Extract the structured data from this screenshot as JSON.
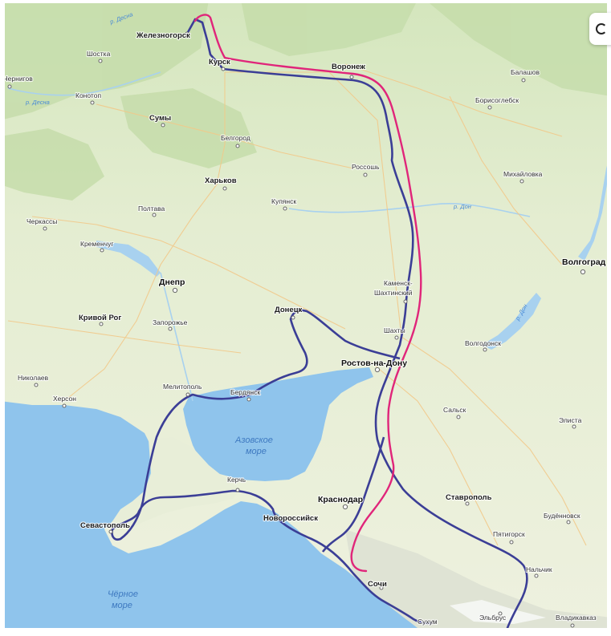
{
  "colors": {
    "land": "#e9eed8",
    "forest": "#cfe2b5",
    "water": "#a8d1ef",
    "sea": "#8fc4ec",
    "road": "#f2c98a",
    "mountain": "#dcdcd2",
    "route_primary": "#3b3e96",
    "route_secondary": "#e0257a"
  },
  "cities": [
    {
      "name": "Железногорск",
      "weight": "bold"
    },
    {
      "name": "Курск",
      "weight": "bold"
    },
    {
      "name": "Воронеж",
      "weight": "bold"
    },
    {
      "name": "Шостка",
      "weight": "normal"
    },
    {
      "name": "Чернигов",
      "weight": "normal"
    },
    {
      "name": "Конотоп",
      "weight": "normal"
    },
    {
      "name": "Балашов",
      "weight": "normal"
    },
    {
      "name": "Борисоглебск",
      "weight": "normal"
    },
    {
      "name": "Сумы",
      "weight": "bold"
    },
    {
      "name": "Белгород",
      "weight": "normal"
    },
    {
      "name": "Россошь",
      "weight": "normal"
    },
    {
      "name": "Михайловка",
      "weight": "normal"
    },
    {
      "name": "Харьков",
      "weight": "bold"
    },
    {
      "name": "Купянск",
      "weight": "normal"
    },
    {
      "name": "Полтава",
      "weight": "normal"
    },
    {
      "name": "Черкассы",
      "weight": "normal"
    },
    {
      "name": "Кременчуг",
      "weight": "normal"
    },
    {
      "name": "Волгоград",
      "weight": "major"
    },
    {
      "name": "Днепр",
      "weight": "major"
    },
    {
      "name": "Каменск-",
      "weight": "normal"
    },
    {
      "name": "Шахтинский",
      "weight": "normal"
    },
    {
      "name": "Кривой Рог",
      "weight": "bold"
    },
    {
      "name": "Запорожье",
      "weight": "normal"
    },
    {
      "name": "Донецк",
      "weight": "bold"
    },
    {
      "name": "Шахты",
      "weight": "normal"
    },
    {
      "name": "Волгодонск",
      "weight": "normal"
    },
    {
      "name": "Ростов-на-Дону",
      "weight": "major"
    },
    {
      "name": "Николаев",
      "weight": "normal"
    },
    {
      "name": "Мелитополь",
      "weight": "normal"
    },
    {
      "name": "Бердянск",
      "weight": "normal"
    },
    {
      "name": "Херсон",
      "weight": "normal"
    },
    {
      "name": "Сальск",
      "weight": "normal"
    },
    {
      "name": "Элиста",
      "weight": "normal"
    },
    {
      "name": "Керчь",
      "weight": "normal"
    },
    {
      "name": "Краснодар",
      "weight": "major"
    },
    {
      "name": "Ставрополь",
      "weight": "bold"
    },
    {
      "name": "Севастополь",
      "weight": "bold"
    },
    {
      "name": "Новороссийск",
      "weight": "bold"
    },
    {
      "name": "Будённовск",
      "weight": "normal"
    },
    {
      "name": "Пятигорск",
      "weight": "normal"
    },
    {
      "name": "Нальчик",
      "weight": "normal"
    },
    {
      "name": "Сочи",
      "weight": "bold"
    },
    {
      "name": "Эльбрус",
      "weight": "normal"
    },
    {
      "name": "Владикавказ",
      "weight": "normal"
    },
    {
      "name": "Сухум",
      "weight": "normal"
    }
  ],
  "rivers": [
    "р. Десна",
    "р. Десна",
    "р. Дон",
    "р. Дон"
  ],
  "seas": {
    "azov_line1": "Азовское",
    "azov_line2": "море",
    "black_line1": "Чёрное",
    "black_line2": "море"
  },
  "routes": [
    {
      "id": "route-blue",
      "color_key": "route_primary"
    },
    {
      "id": "route-pink",
      "color_key": "route_secondary"
    }
  ],
  "controls": {
    "zoom_icon": "circle-arrow-icon"
  }
}
